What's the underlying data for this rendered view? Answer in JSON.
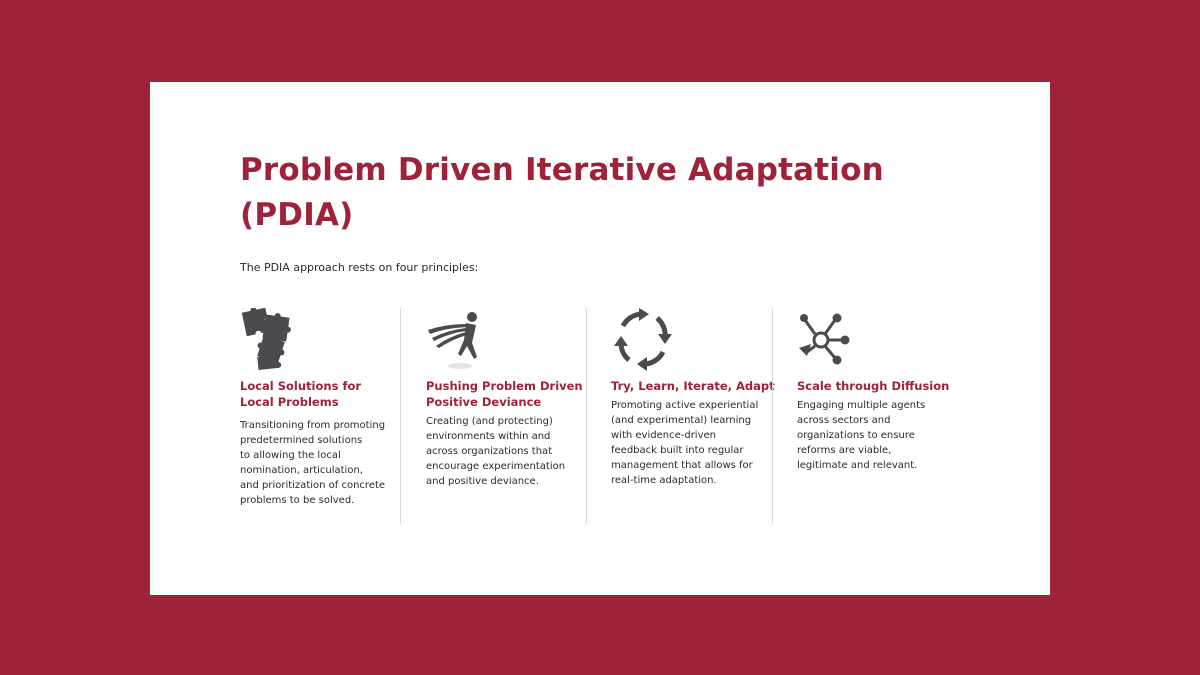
{
  "title": "Problem Driven Iterative Adaptation (PDIA)",
  "intro": "The PDIA approach rests on four principles:",
  "principles": [
    {
      "icon": "puzzle-pieces-icon",
      "heading_line1": "Local Solutions for",
      "heading_line2": "Local Problems",
      "body_lines": [
        "Transitioning from promoting",
        "predetermined solutions",
        "to allowing the local",
        "nomination, articulation,",
        "and prioritization of concrete",
        "problems to be solved."
      ]
    },
    {
      "icon": "runner-icon",
      "heading_line1": "Pushing Problem Driven",
      "heading_line2": "Positive Deviance",
      "body_lines": [
        "Creating (and protecting)",
        "environments within and",
        "across organizations that",
        "encourage experimentation",
        "and positive deviance."
      ]
    },
    {
      "icon": "cycle-arrows-icon",
      "heading_line1": "Try, Learn, Iterate, Adapt",
      "heading_line2": "",
      "body_lines": [
        "Promoting active experiential",
        "(and experimental) learning",
        "with evidence-driven",
        "feedback built into regular",
        "management that allows for",
        "real-time adaptation."
      ]
    },
    {
      "icon": "diffusion-network-icon",
      "heading_line1": "Scale through Diffusion",
      "heading_line2": "",
      "body_lines": [
        "Engaging multiple agents",
        "across sectors and",
        "organizations to ensure",
        "reforms are viable,",
        "legitimate and relevant."
      ]
    }
  ],
  "colors": {
    "brand": "#9e2338",
    "icon": "#4a4a4f",
    "text": "#2b2b2b",
    "divider": "#d9d9d9",
    "card": "#ffffff"
  }
}
